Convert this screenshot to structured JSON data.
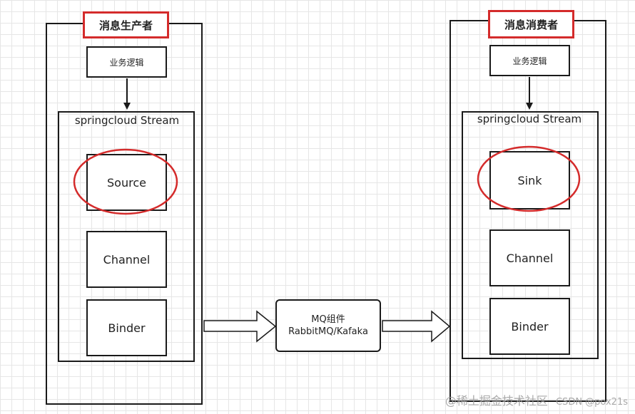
{
  "producer": {
    "title": "消息生产者",
    "business": "业务逻辑",
    "stream": "springcloud Stream",
    "components": [
      "Source",
      "Channel",
      "Binder"
    ]
  },
  "consumer": {
    "title": "消息消费者",
    "business": "业务逻辑",
    "stream": "springcloud Stream",
    "components": [
      "Sink",
      "Channel",
      "Binder"
    ]
  },
  "middleware": {
    "line1": "MQ组件",
    "line2": "RabbitMQ/Kafaka"
  },
  "watermark": "@稀土掘金技术社区",
  "watermark2": "CSDN @pox21s",
  "colors": {
    "highlight": "#d42b2b",
    "stroke": "#1a1a1a"
  }
}
